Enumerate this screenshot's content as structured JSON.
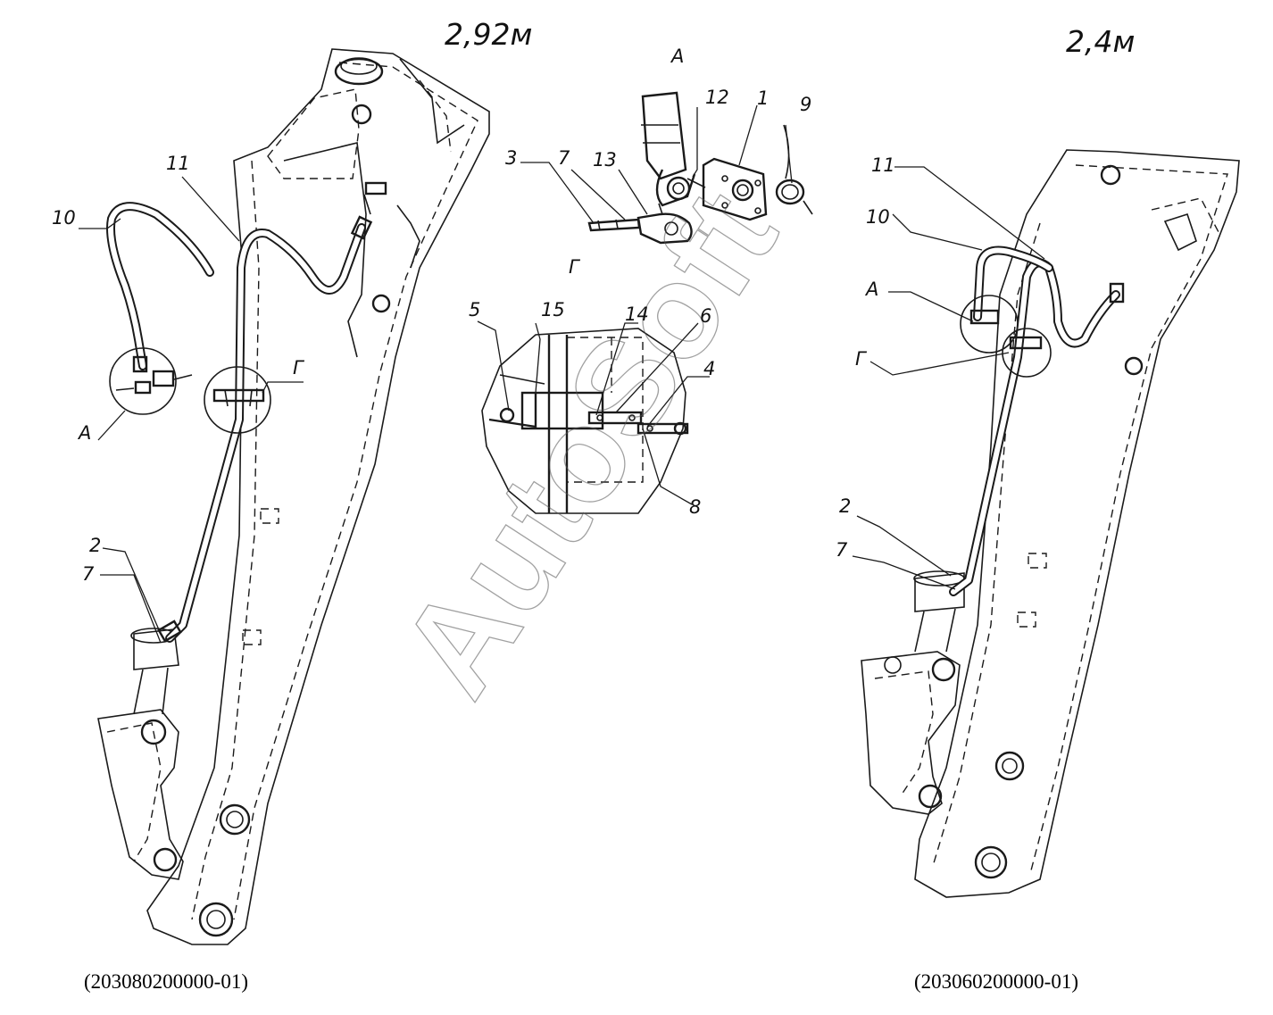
{
  "titles": {
    "left": "2,92м",
    "right": "2,4м"
  },
  "view_labels": {
    "a_top": "А",
    "g_mid": "Г",
    "a_left": "А",
    "g_left": "Г",
    "a_right": "А",
    "g_right": "Г"
  },
  "callouts": {
    "left": [
      "10",
      "11",
      "2",
      "7"
    ],
    "right": [
      "11",
      "10",
      "2",
      "7"
    ],
    "detail_a": [
      "12",
      "1",
      "9",
      "3",
      "7",
      "13"
    ],
    "detail_g": [
      "5",
      "15",
      "14",
      "6",
      "4",
      "8"
    ]
  },
  "codes": {
    "left": "(203080200000-01)",
    "right": "(203060200000-01)"
  },
  "watermark": "AutoSoft"
}
